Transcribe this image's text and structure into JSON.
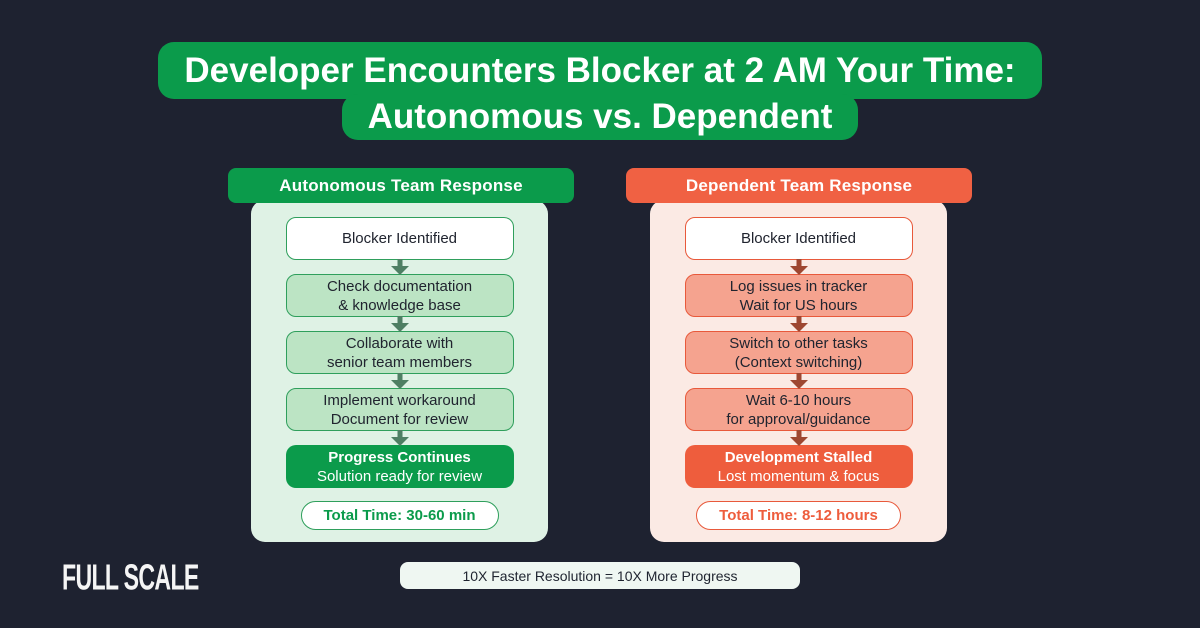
{
  "title": {
    "line1": "Developer Encounters Blocker at 2 AM Your Time:",
    "line2": "Autonomous vs. Dependent"
  },
  "left_panel": {
    "header": "Autonomous Team Response",
    "steps": [
      {
        "line1": "Blocker Identified",
        "line2": ""
      },
      {
        "line1": "Check documentation",
        "line2": "& knowledge base"
      },
      {
        "line1": "Collaborate with",
        "line2": "senior team members"
      },
      {
        "line1": "Implement workaround",
        "line2": "Document for review"
      },
      {
        "line1": "Progress Continues",
        "line2": "Solution ready for review"
      }
    ],
    "total_time": "Total Time: 30-60 min"
  },
  "right_panel": {
    "header": "Dependent Team Response",
    "steps": [
      {
        "line1": "Blocker Identified",
        "line2": ""
      },
      {
        "line1": "Log issues in tracker",
        "line2": "Wait for US hours"
      },
      {
        "line1": "Switch to other tasks",
        "line2": "(Context switching)"
      },
      {
        "line1": "Wait 6-10 hours",
        "line2": "for approval/guidance"
      },
      {
        "line1": "Development Stalled",
        "line2": "Lost momentum & focus"
      }
    ],
    "total_time": "Total Time: 8-12 hours"
  },
  "footer": {
    "logo": "FULL SCALE",
    "banner": "10X Faster Resolution = 10X More Progress"
  },
  "colors": {
    "background": "#1E2230",
    "green_accent": "#0B9B4B",
    "green_panel_bg": "#DFF2E5",
    "green_step_fill": "#BCE4C4",
    "green_step_border": "#2F9F5C",
    "green_arrow": "#4E7F63",
    "orange_accent": "#F06143",
    "orange_solid": "#EE5D3D",
    "orange_panel_bg": "#FBEAE4",
    "orange_step_fill": "#F5A38F",
    "orange_step_border": "#E8593B",
    "orange_arrow": "#9E4731",
    "banner_bg": "#EFF7F2",
    "text_dark": "#20242F",
    "text_light": "#FFFFFF"
  }
}
